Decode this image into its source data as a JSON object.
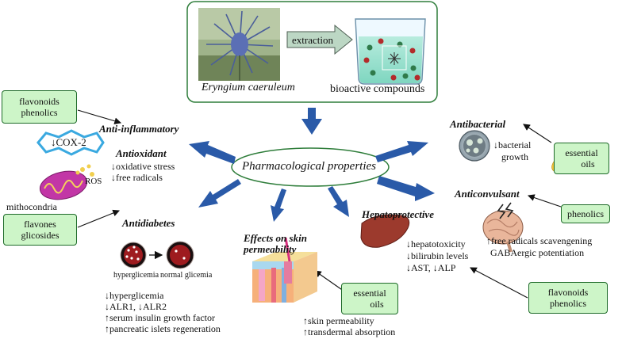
{
  "top": {
    "plant_label": "Eryngium caeruleum",
    "process_label": "extraction",
    "product_label": "bioactive compounds"
  },
  "center": {
    "label": "Pharmacological properties"
  },
  "anti_inflammatory": {
    "title": "Anti-inflammatory",
    "source": [
      "flavonoids",
      "phenolics"
    ],
    "target": "↓COX-2"
  },
  "antioxidant": {
    "title": "Antioxidant",
    "effects": [
      "↓oxidative stress",
      "↓free radicals"
    ],
    "ros_label": "ROS",
    "organelle_label": "mithocondria"
  },
  "antidiabetes": {
    "title": "Antidiabetes",
    "source": [
      "flavones",
      "glicosides"
    ],
    "state_before": "hyperglicemia",
    "state_after": "normal glicemia",
    "effects": [
      "↓hyperglicemia",
      "↓ALR1, ↓ALR2",
      "↑serum insulin growth factor",
      "↑pancreatic islets regeneration"
    ]
  },
  "skin": {
    "title_lines": [
      "Effects on skin",
      "permeability"
    ],
    "source": [
      "essential",
      "oils"
    ],
    "effects": [
      "↑skin permeability",
      "↑transdermal absorption"
    ]
  },
  "hepatoprotective": {
    "title": "Hepatoprotective",
    "source": [
      "flavonoids",
      "phenolics"
    ],
    "effects": [
      "↓hepatotoxicity",
      "↓bilirubin levels",
      "↓AST, ↓ALP"
    ]
  },
  "antibacterial": {
    "title": "Antibacterial",
    "source": [
      "essential",
      "oils"
    ],
    "effects": [
      "↓bacterial",
      "growth"
    ]
  },
  "anticonvulsant": {
    "title": "Anticonvulsant",
    "source": [
      "phenolics"
    ],
    "effects": [
      "↑free radicals scavengening",
      "GABAergic potentiation"
    ]
  },
  "colors": {
    "arrow_blue": "#2a5aa8",
    "box_fill": "#cdf5c8",
    "box_border": "#1f6b2a",
    "frame": "#2e7d3a"
  }
}
